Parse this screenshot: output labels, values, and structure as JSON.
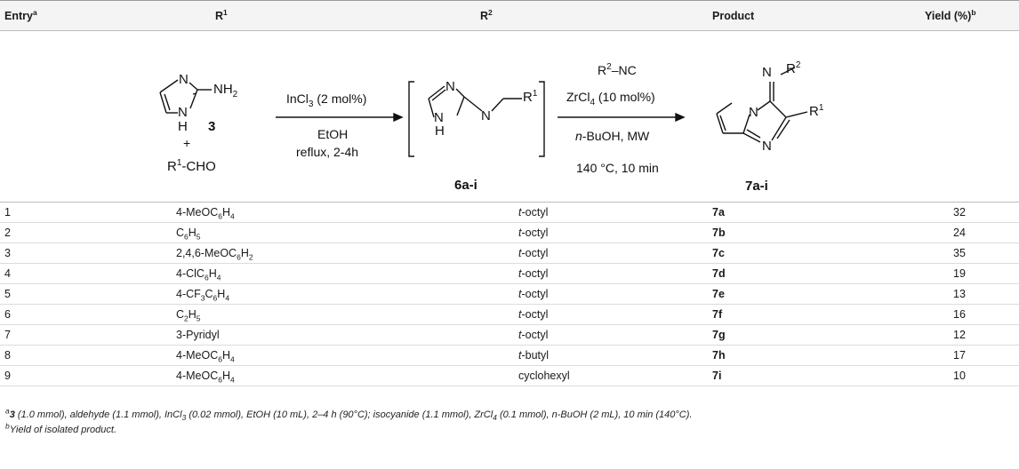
{
  "header": {
    "entry": "Entry",
    "entry_sup": "a",
    "r1": "R",
    "r1_sup": "1",
    "r2": "R",
    "r2_sup": "2",
    "product": "Product",
    "yield": "Yield (%)",
    "yield_sup": "b"
  },
  "scheme": {
    "amine_label": "3",
    "amine_nh2": "NH",
    "amine_nh2_sub": "2",
    "plus": "+",
    "aldehyde": "R",
    "aldehyde_sup": "1",
    "aldehyde_rest": "-CHO",
    "step1_cond_a": "InCl",
    "step1_cond_a_sub": "3",
    "step1_cond_a_rest": " (2 mol%)",
    "step1_cond_b": "EtOH",
    "step1_cond_c": "reflux, 2-4h",
    "intermediate_label": "6a-i",
    "step2_cond_a": "R",
    "step2_cond_a_sup": "2",
    "step2_cond_a_rest": "–NC",
    "step2_cond_b": "ZrCl",
    "step2_cond_b_sub": "4",
    "step2_cond_b_rest": " (10 mol%)",
    "step2_cond_c_italic": "n",
    "step2_cond_c_rest": "-BuOH, MW",
    "step2_cond_d": "140 °C, 10 min",
    "product_label": "7a-i",
    "atom_N": "N",
    "atom_H": "H",
    "r1_label": "R",
    "r1_label_sup": "1",
    "r2_label": "R",
    "r2_label_sup": "2"
  },
  "rows": [
    {
      "entry": "1",
      "r1": "4-MeOC",
      "r1_s1": "6",
      "r1_mid": "H",
      "r1_s2": "4",
      "r2_italic": "t",
      "r2_rest": "-octyl",
      "product": "7a",
      "yield": "32"
    },
    {
      "entry": "2",
      "r1": "C",
      "r1_s1": "6",
      "r1_mid": "H",
      "r1_s2": "5",
      "r2_italic": "t",
      "r2_rest": "-octyl",
      "product": "7b",
      "yield": "24"
    },
    {
      "entry": "3",
      "r1": "2,4,6-MeOC",
      "r1_s1": "6",
      "r1_mid": "H",
      "r1_s2": "2",
      "r2_italic": "t",
      "r2_rest": "-octyl",
      "product": "7c",
      "yield": "35"
    },
    {
      "entry": "4",
      "r1": "4-ClC",
      "r1_s1": "6",
      "r1_mid": "H",
      "r1_s2": "4",
      "r2_italic": "t",
      "r2_rest": "-octyl",
      "product": "7d",
      "yield": "19"
    },
    {
      "entry": "5",
      "r1": "4-CF",
      "r1_s1": "3",
      "r1_mid": "C",
      "r1_s2": "6",
      "r1_tail": "H",
      "r1_s3": "4",
      "r2_italic": "t",
      "r2_rest": "-octyl",
      "product": "7e",
      "yield": "13"
    },
    {
      "entry": "6",
      "r1": "C",
      "r1_s1": "2",
      "r1_mid": "H",
      "r1_s2": "5",
      "r2_italic": "t",
      "r2_rest": "-octyl",
      "product": "7f",
      "yield": "16"
    },
    {
      "entry": "7",
      "r1": "3-Pyridyl",
      "r2_italic": "t",
      "r2_rest": "-octyl",
      "product": "7g",
      "yield": "12"
    },
    {
      "entry": "8",
      "r1": "4-MeOC",
      "r1_s1": "6",
      "r1_mid": "H",
      "r1_s2": "4",
      "r2_italic": "t",
      "r2_rest": "-butyl",
      "product": "7h",
      "yield": "17"
    },
    {
      "entry": "9",
      "r1": "4-MeOC",
      "r1_s1": "6",
      "r1_mid": "H",
      "r1_s2": "4",
      "r2_italic": "",
      "r2_rest": "cyclohexyl",
      "product": "7i",
      "yield": "10"
    }
  ],
  "footnotes": {
    "a_mark": "a",
    "a_bold": "3",
    "a_text_1": " (1.0 mmol), aldehyde (1.1 mmol), InCl",
    "a_sub_1": "3",
    "a_text_2": " (0.02 mmol), EtOH (10 mL), 2–4 h (90°C); isocyanide (1.1 mmol), ZrCl",
    "a_sub_2": "4",
    "a_text_3": " (0.1 mmol), n-BuOH (2 mL), 10 min (140°C).",
    "b_mark": "b",
    "b_text": "Yield of isolated product."
  }
}
